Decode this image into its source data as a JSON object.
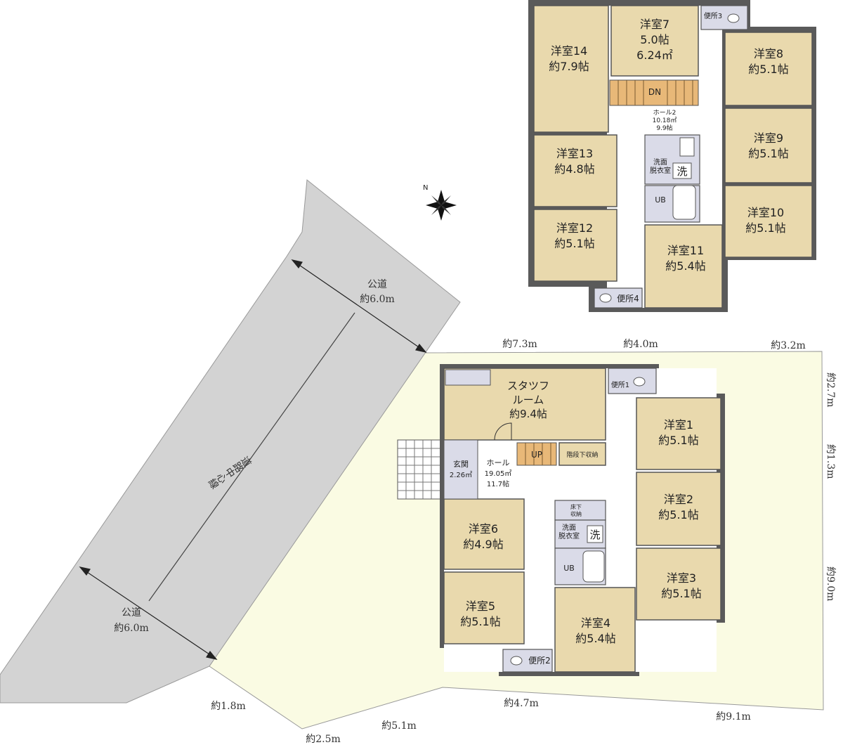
{
  "floor2": {
    "rooms": [
      {
        "name": "洋室7",
        "area": "5.0帖",
        "extra": "6.24㎡"
      },
      {
        "name": "洋室8",
        "area": "約5.1帖"
      },
      {
        "name": "洋室9",
        "area": "約5.1帖"
      },
      {
        "name": "洋室10",
        "area": "約5.1帖"
      },
      {
        "name": "洋室11",
        "area": "約5.4帖"
      },
      {
        "name": "洋室12",
        "area": "約5.1帖"
      },
      {
        "name": "洋室13",
        "area": "約4.8帖"
      },
      {
        "name": "洋室14",
        "area": "約7.9帖"
      }
    ],
    "toilet3": "便所3",
    "toilet4": "便所4",
    "stairs": "DN",
    "hall": {
      "name": "ホール2",
      "area_m2": "10.18㎡",
      "area_jo": "9.9帖"
    },
    "washroom": {
      "line1": "洗面",
      "line2": "脱衣室"
    },
    "washer": "洗",
    "bath": "UB"
  },
  "floor1": {
    "staff_room": {
      "line1": "スタツフ",
      "line2": "ルーム",
      "area": "約9.4帖"
    },
    "rooms": [
      {
        "name": "洋室1",
        "area": "約5.1帖"
      },
      {
        "name": "洋室2",
        "area": "約5.1帖"
      },
      {
        "name": "洋室3",
        "area": "約5.1帖"
      },
      {
        "name": "洋室4",
        "area": "約5.4帖"
      },
      {
        "name": "洋室5",
        "area": "約5.1帖"
      },
      {
        "name": "洋室6",
        "area": "約4.9帖"
      }
    ],
    "toilet1": "便所1",
    "toilet2": "便所2",
    "stairs": "UP",
    "under_stair_storage": "階段下収納",
    "entrance": {
      "name": "玄関",
      "area": "2.26㎡"
    },
    "hall": {
      "name": "ホール",
      "area_m2": "19.05㎡",
      "area_jo": "11.7帖"
    },
    "floor_storage": {
      "line1": "床下",
      "line2": "収納"
    },
    "washroom": {
      "line1": "洗面",
      "line2": "脱衣室"
    },
    "washer": "洗",
    "bath": "UB"
  },
  "road": {
    "label_top": "公道",
    "width_top": "約6.0m",
    "label_bottom": "公道",
    "width_bottom": "約6.0m",
    "centerline": "道路中心線"
  },
  "site_dimensions": {
    "top_left": "約7.3m",
    "top_mid": "約4.0m",
    "top_right": "約3.2m",
    "right_top": "約2.7m",
    "right_mid": "約1.3m",
    "right_bottom": "約9.0m",
    "bottom_left_short": "約1.8m",
    "bottom_corner": "約2.5m",
    "bottom_a": "約5.1m",
    "bottom_b": "約4.7m",
    "bottom_c": "約9.1m"
  },
  "compass_icon": "north-compass-icon",
  "colors": {
    "room_fill": "#e9d9ad",
    "site_fill": "#fafbe3",
    "road_fill": "#d3d3d3",
    "wet_fill": "#dadbe8",
    "wall": "#5a5a5a"
  }
}
